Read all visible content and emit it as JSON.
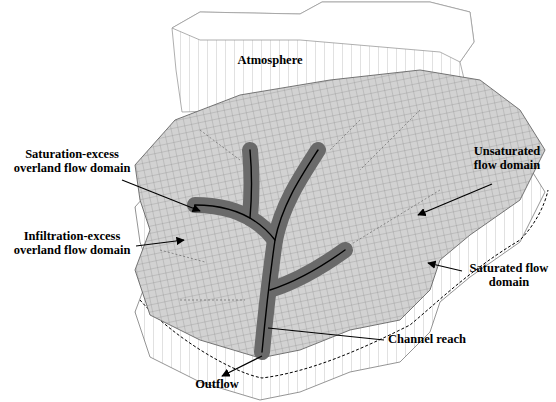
{
  "diagram": {
    "labels": [
      "Atmosphere",
      "Saturation-excess overland flow domain",
      "Unsaturated flow domain",
      "Infiltration-excess overland flow domain",
      "Saturated flow domain",
      "Channel reach",
      "Outflow"
    ]
  }
}
